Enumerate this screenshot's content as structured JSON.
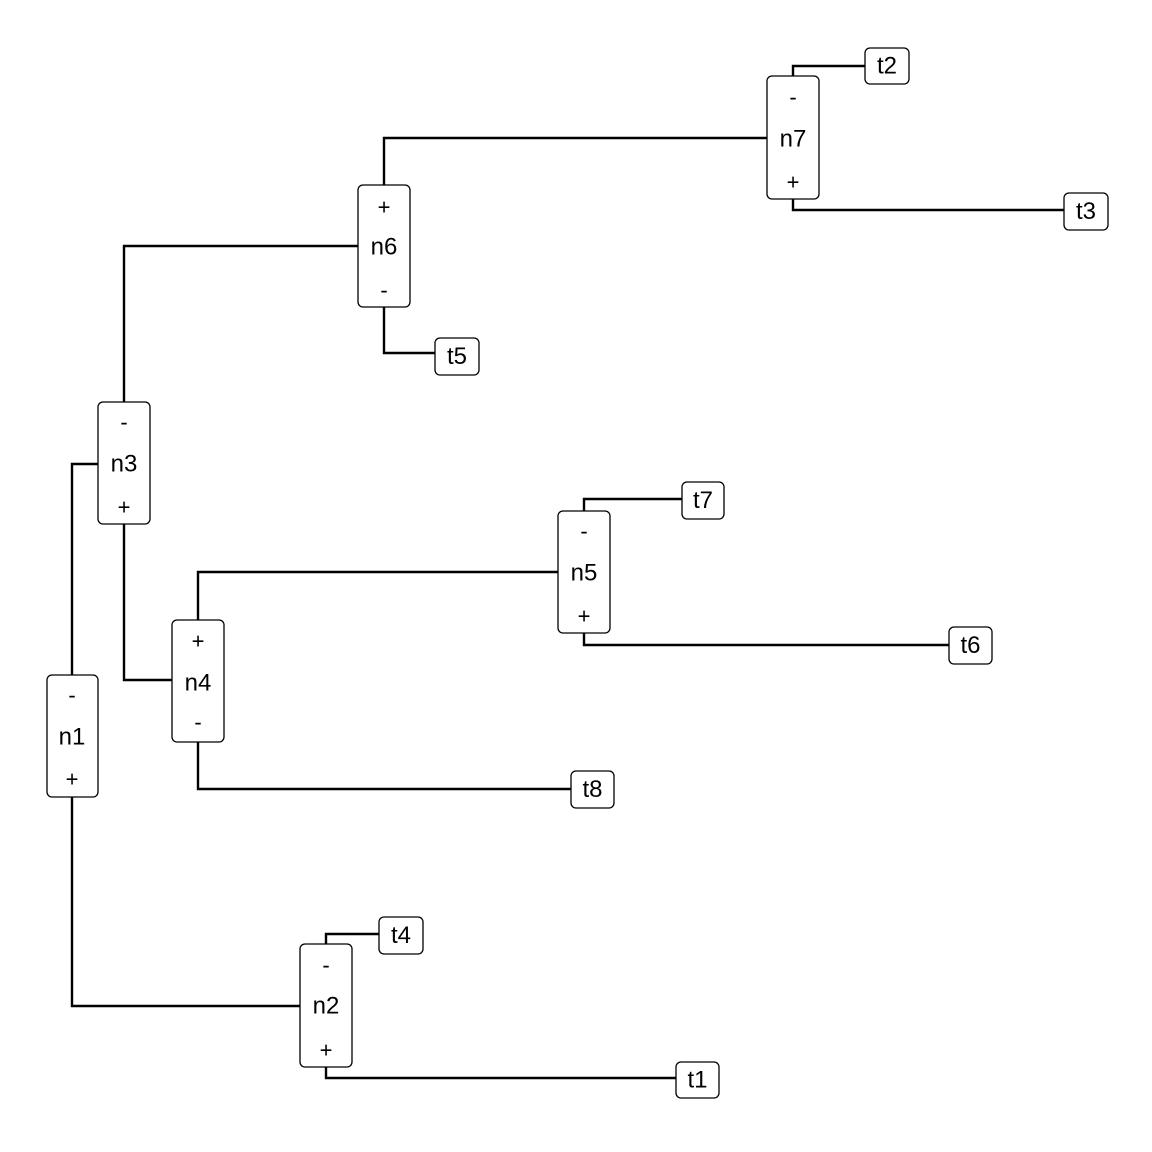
{
  "diagram": {
    "nodes": [
      {
        "id": "n1",
        "label": "n1",
        "top_sign": "-",
        "bottom_sign": "+"
      },
      {
        "id": "n2",
        "label": "n2",
        "top_sign": "-",
        "bottom_sign": "+"
      },
      {
        "id": "n3",
        "label": "n3",
        "top_sign": "-",
        "bottom_sign": "+"
      },
      {
        "id": "n4",
        "label": "n4",
        "top_sign": "+",
        "bottom_sign": "-"
      },
      {
        "id": "n5",
        "label": "n5",
        "top_sign": "-",
        "bottom_sign": "+"
      },
      {
        "id": "n6",
        "label": "n6",
        "top_sign": "+",
        "bottom_sign": "-"
      },
      {
        "id": "n7",
        "label": "n7",
        "top_sign": "-",
        "bottom_sign": "+"
      }
    ],
    "leaves": [
      {
        "id": "t1",
        "label": "t1"
      },
      {
        "id": "t2",
        "label": "t2"
      },
      {
        "id": "t3",
        "label": "t3"
      },
      {
        "id": "t4",
        "label": "t4"
      },
      {
        "id": "t5",
        "label": "t5"
      },
      {
        "id": "t6",
        "label": "t6"
      },
      {
        "id": "t7",
        "label": "t7"
      },
      {
        "id": "t8",
        "label": "t8"
      }
    ],
    "edges": [
      {
        "from": "n1",
        "to": "n3"
      },
      {
        "from": "n1",
        "to": "n2"
      },
      {
        "from": "n3",
        "to": "n6"
      },
      {
        "from": "n3",
        "to": "n4"
      },
      {
        "from": "n6",
        "to": "n7"
      },
      {
        "from": "n6",
        "to": "t5"
      },
      {
        "from": "n7",
        "to": "t2"
      },
      {
        "from": "n7",
        "to": "t3"
      },
      {
        "from": "n4",
        "to": "n5"
      },
      {
        "from": "n4",
        "to": "t8"
      },
      {
        "from": "n5",
        "to": "t7"
      },
      {
        "from": "n5",
        "to": "t6"
      },
      {
        "from": "n2",
        "to": "t4"
      },
      {
        "from": "n2",
        "to": "t1"
      }
    ]
  }
}
